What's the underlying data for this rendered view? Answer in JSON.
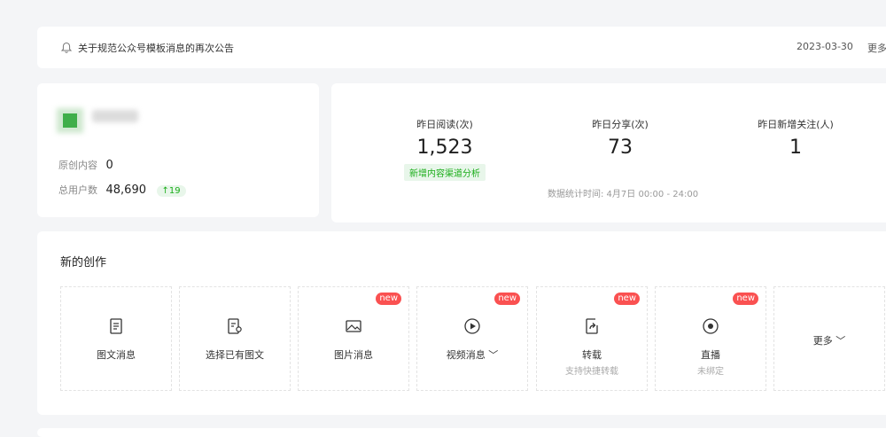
{
  "notice": {
    "text": "关于规范公众号模板消息的再次公告",
    "date": "2023-03-30",
    "more": "更多"
  },
  "account": {
    "original_label": "原创内容",
    "original_value": "0",
    "users_label": "总用户数",
    "users_value": "48,690",
    "users_delta": "↑19"
  },
  "stats": {
    "items": [
      {
        "label": "昨日阅读(次)",
        "value": "1,523"
      },
      {
        "label": "昨日分享(次)",
        "value": "73"
      },
      {
        "label": "昨日新增关注(人)",
        "value": "1"
      }
    ],
    "channel_link": "新增内容渠道分析",
    "period": "数据统计时间: 4月7日 00:00 - 24:00"
  },
  "create": {
    "title": "新的创作",
    "tiles": [
      {
        "label": "图文消息",
        "sub": "",
        "icon": "document-icon",
        "new": ""
      },
      {
        "label": "选择已有图文",
        "sub": "",
        "icon": "document-search-icon",
        "new": ""
      },
      {
        "label": "图片消息",
        "sub": "",
        "icon": "image-icon",
        "new": "new"
      },
      {
        "label": "视频消息 ﹀",
        "sub": "",
        "icon": "play-icon",
        "new": "new"
      },
      {
        "label": "转载",
        "sub": "支持快捷转载",
        "icon": "repost-icon",
        "new": "new"
      },
      {
        "label": "直播",
        "sub": "未绑定",
        "icon": "live-icon",
        "new": "new"
      },
      {
        "label": "更多 ﹀",
        "sub": "",
        "icon": "",
        "new": ""
      }
    ]
  }
}
